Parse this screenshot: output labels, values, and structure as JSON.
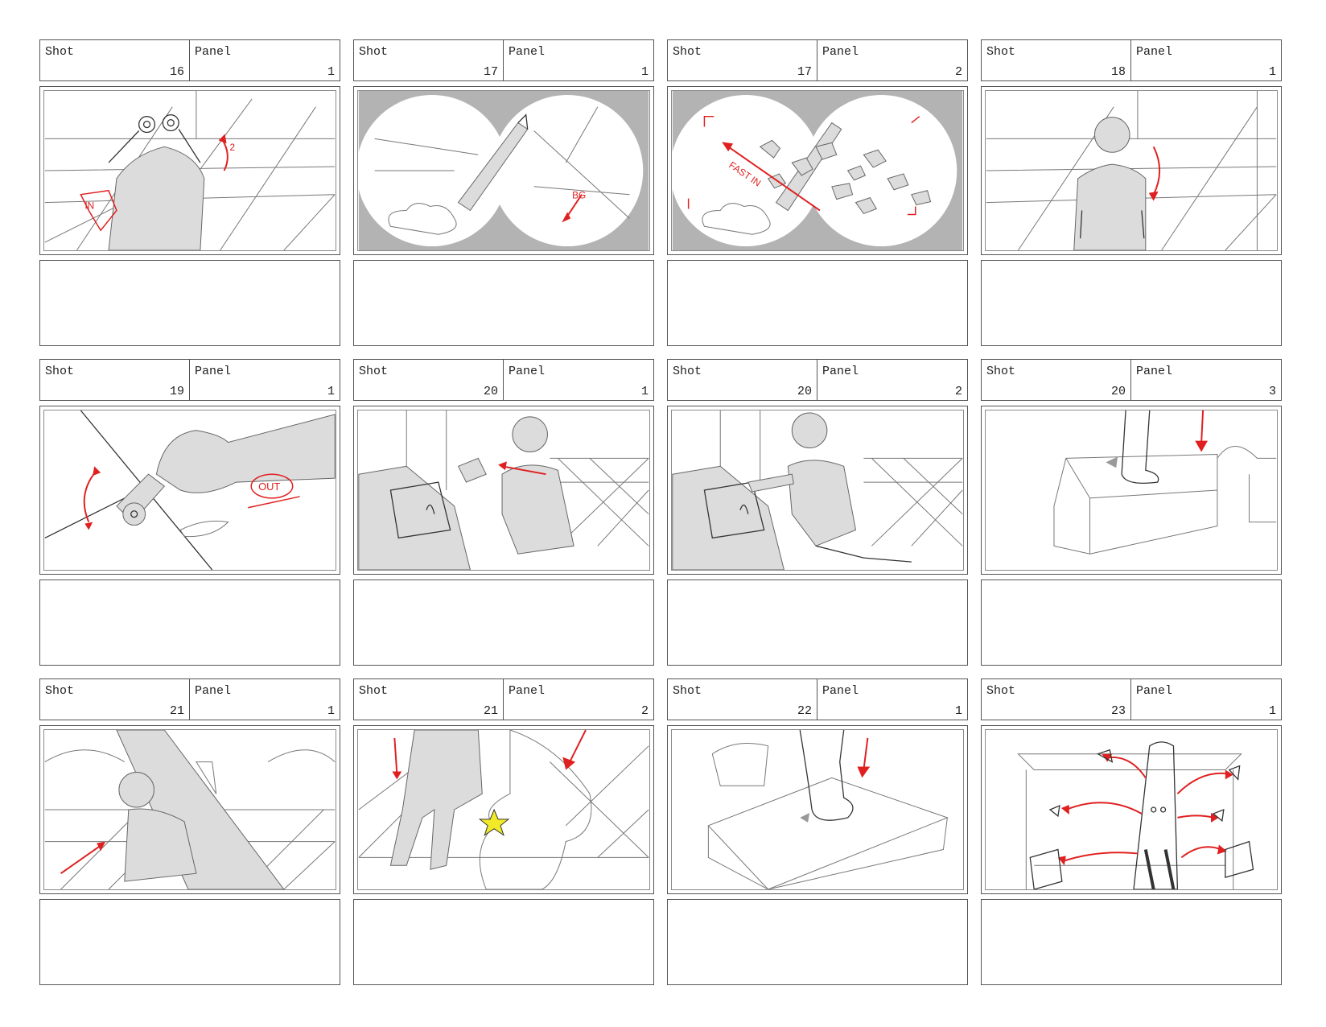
{
  "labels": {
    "shot": "Shot",
    "panel": "Panel"
  },
  "panels": [
    {
      "shot": "16",
      "panel": "1",
      "notes": "",
      "annotations": [
        "IN",
        "2"
      ]
    },
    {
      "shot": "17",
      "panel": "1",
      "notes": "",
      "annotations": [
        "BG"
      ]
    },
    {
      "shot": "17",
      "panel": "2",
      "notes": "",
      "annotations": [
        "FAST IN"
      ]
    },
    {
      "shot": "18",
      "panel": "1",
      "notes": "",
      "annotations": []
    },
    {
      "shot": "19",
      "panel": "1",
      "notes": "",
      "annotations": [
        "OUT"
      ]
    },
    {
      "shot": "20",
      "panel": "1",
      "notes": "",
      "annotations": []
    },
    {
      "shot": "20",
      "panel": "2",
      "notes": "",
      "annotations": []
    },
    {
      "shot": "20",
      "panel": "3",
      "notes": "",
      "annotations": []
    },
    {
      "shot": "21",
      "panel": "1",
      "notes": "",
      "annotations": []
    },
    {
      "shot": "21",
      "panel": "2",
      "notes": "",
      "annotations": []
    },
    {
      "shot": "22",
      "panel": "1",
      "notes": "",
      "annotations": []
    },
    {
      "shot": "23",
      "panel": "1",
      "notes": "",
      "annotations": []
    }
  ],
  "colors": {
    "annotation_red": "#e02020",
    "border": "#555555",
    "sketch_gray": "#dcdcdc"
  }
}
